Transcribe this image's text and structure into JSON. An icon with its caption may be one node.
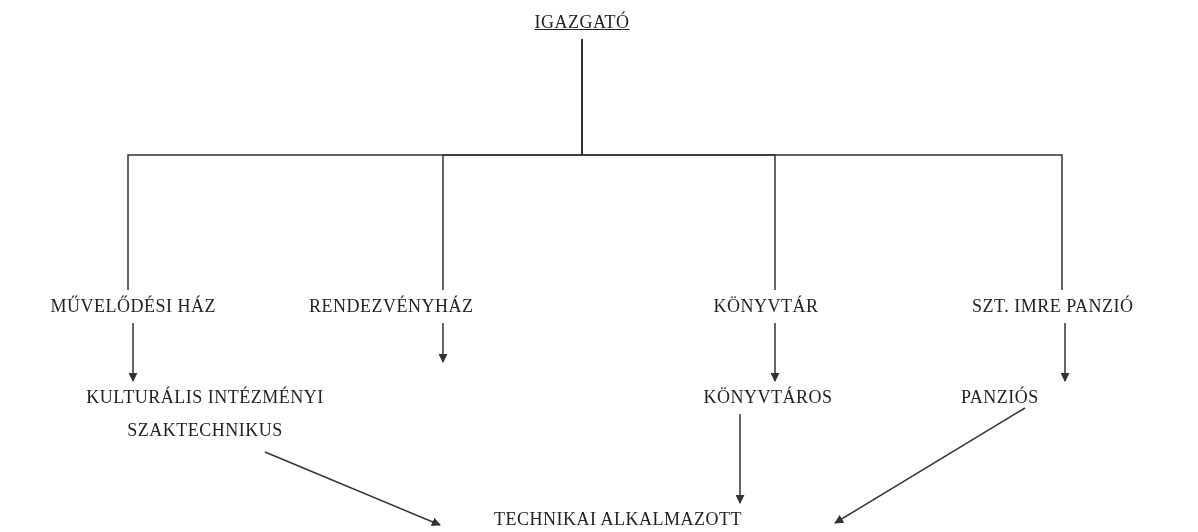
{
  "diagram": {
    "nodes": [
      {
        "text": [
          "IGAZGATÓ"
        ]
      },
      {
        "text": [
          "MŰVELŐDÉSI HÁZ"
        ]
      },
      {
        "text": [
          "RENDEZVÉNYHÁZ"
        ]
      },
      {
        "text": [
          "KÖNYVTÁR"
        ]
      },
      {
        "text": [
          "SZT. IMRE PANZIÓ"
        ]
      },
      {
        "text": [
          "KULTURÁLIS INTÉZMÉNYI SZAKTECHNIKUS"
        ]
      },
      {
        "text": [
          "KÖNYVTÁROS"
        ]
      },
      {
        "text": [
          "PANZIÓS"
        ]
      },
      {
        "text": [
          "TECHNIKAI ALKALMAZOTT"
        ]
      }
    ],
    "edges": [
      {
        "from": 0,
        "to": 1,
        "arrow": "none"
      },
      {
        "from": 0,
        "to": 2,
        "arrow": "none"
      },
      {
        "from": 0,
        "to": 3,
        "arrow": "none"
      },
      {
        "from": 0,
        "to": 4,
        "arrow": "none"
      },
      {
        "from": 1,
        "to": 5,
        "arrow": "to"
      },
      {
        "from": 2,
        "to": null,
        "arrow": "to"
      },
      {
        "from": 3,
        "to": 6,
        "arrow": "to"
      },
      {
        "from": 4,
        "to": 7,
        "arrow": "to"
      },
      {
        "from": 5,
        "to": 8,
        "arrow": "to"
      },
      {
        "from": 6,
        "to": 8,
        "arrow": "to"
      },
      {
        "from": 7,
        "to": 8,
        "arrow": "to"
      }
    ]
  }
}
